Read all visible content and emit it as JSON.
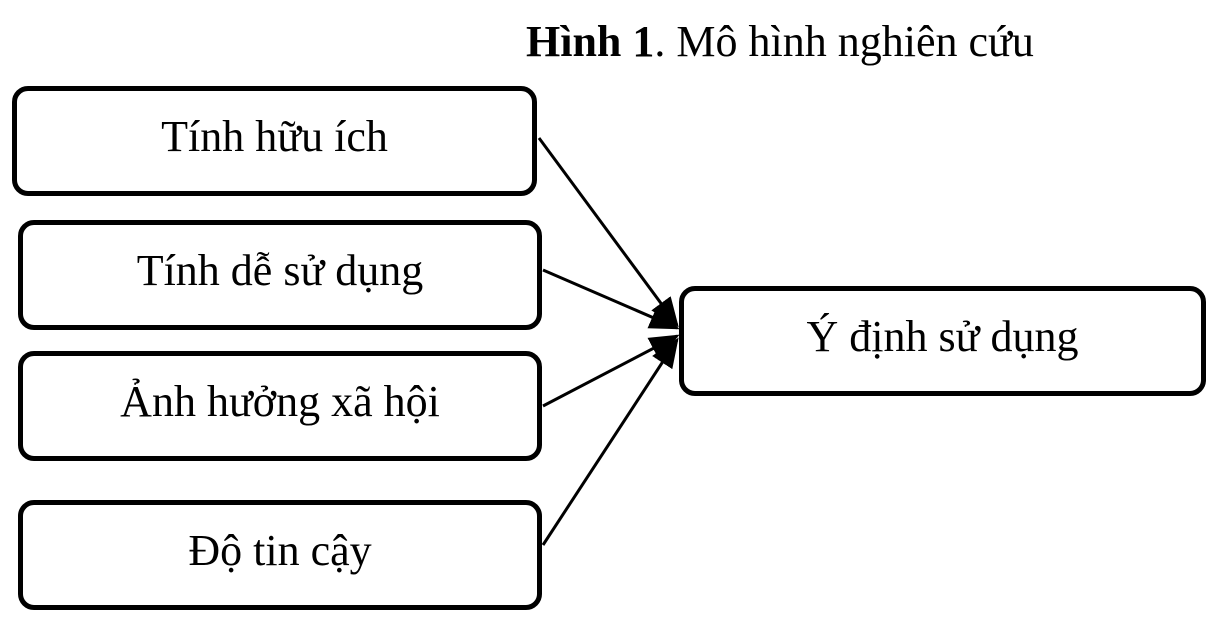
{
  "caption": {
    "label": "Hình 1",
    "text": ". Mô hình nghiên cứu"
  },
  "nodes": {
    "usefulness": "Tính hữu ích",
    "ease_of_use": "Tính dễ sử dụng",
    "social_influence": "Ảnh hưởng xã hội",
    "trust": "Độ tin cậy",
    "intention": "Ý định sử dụng"
  },
  "colors": {
    "stroke": "#000000",
    "fill": "#ffffff"
  }
}
